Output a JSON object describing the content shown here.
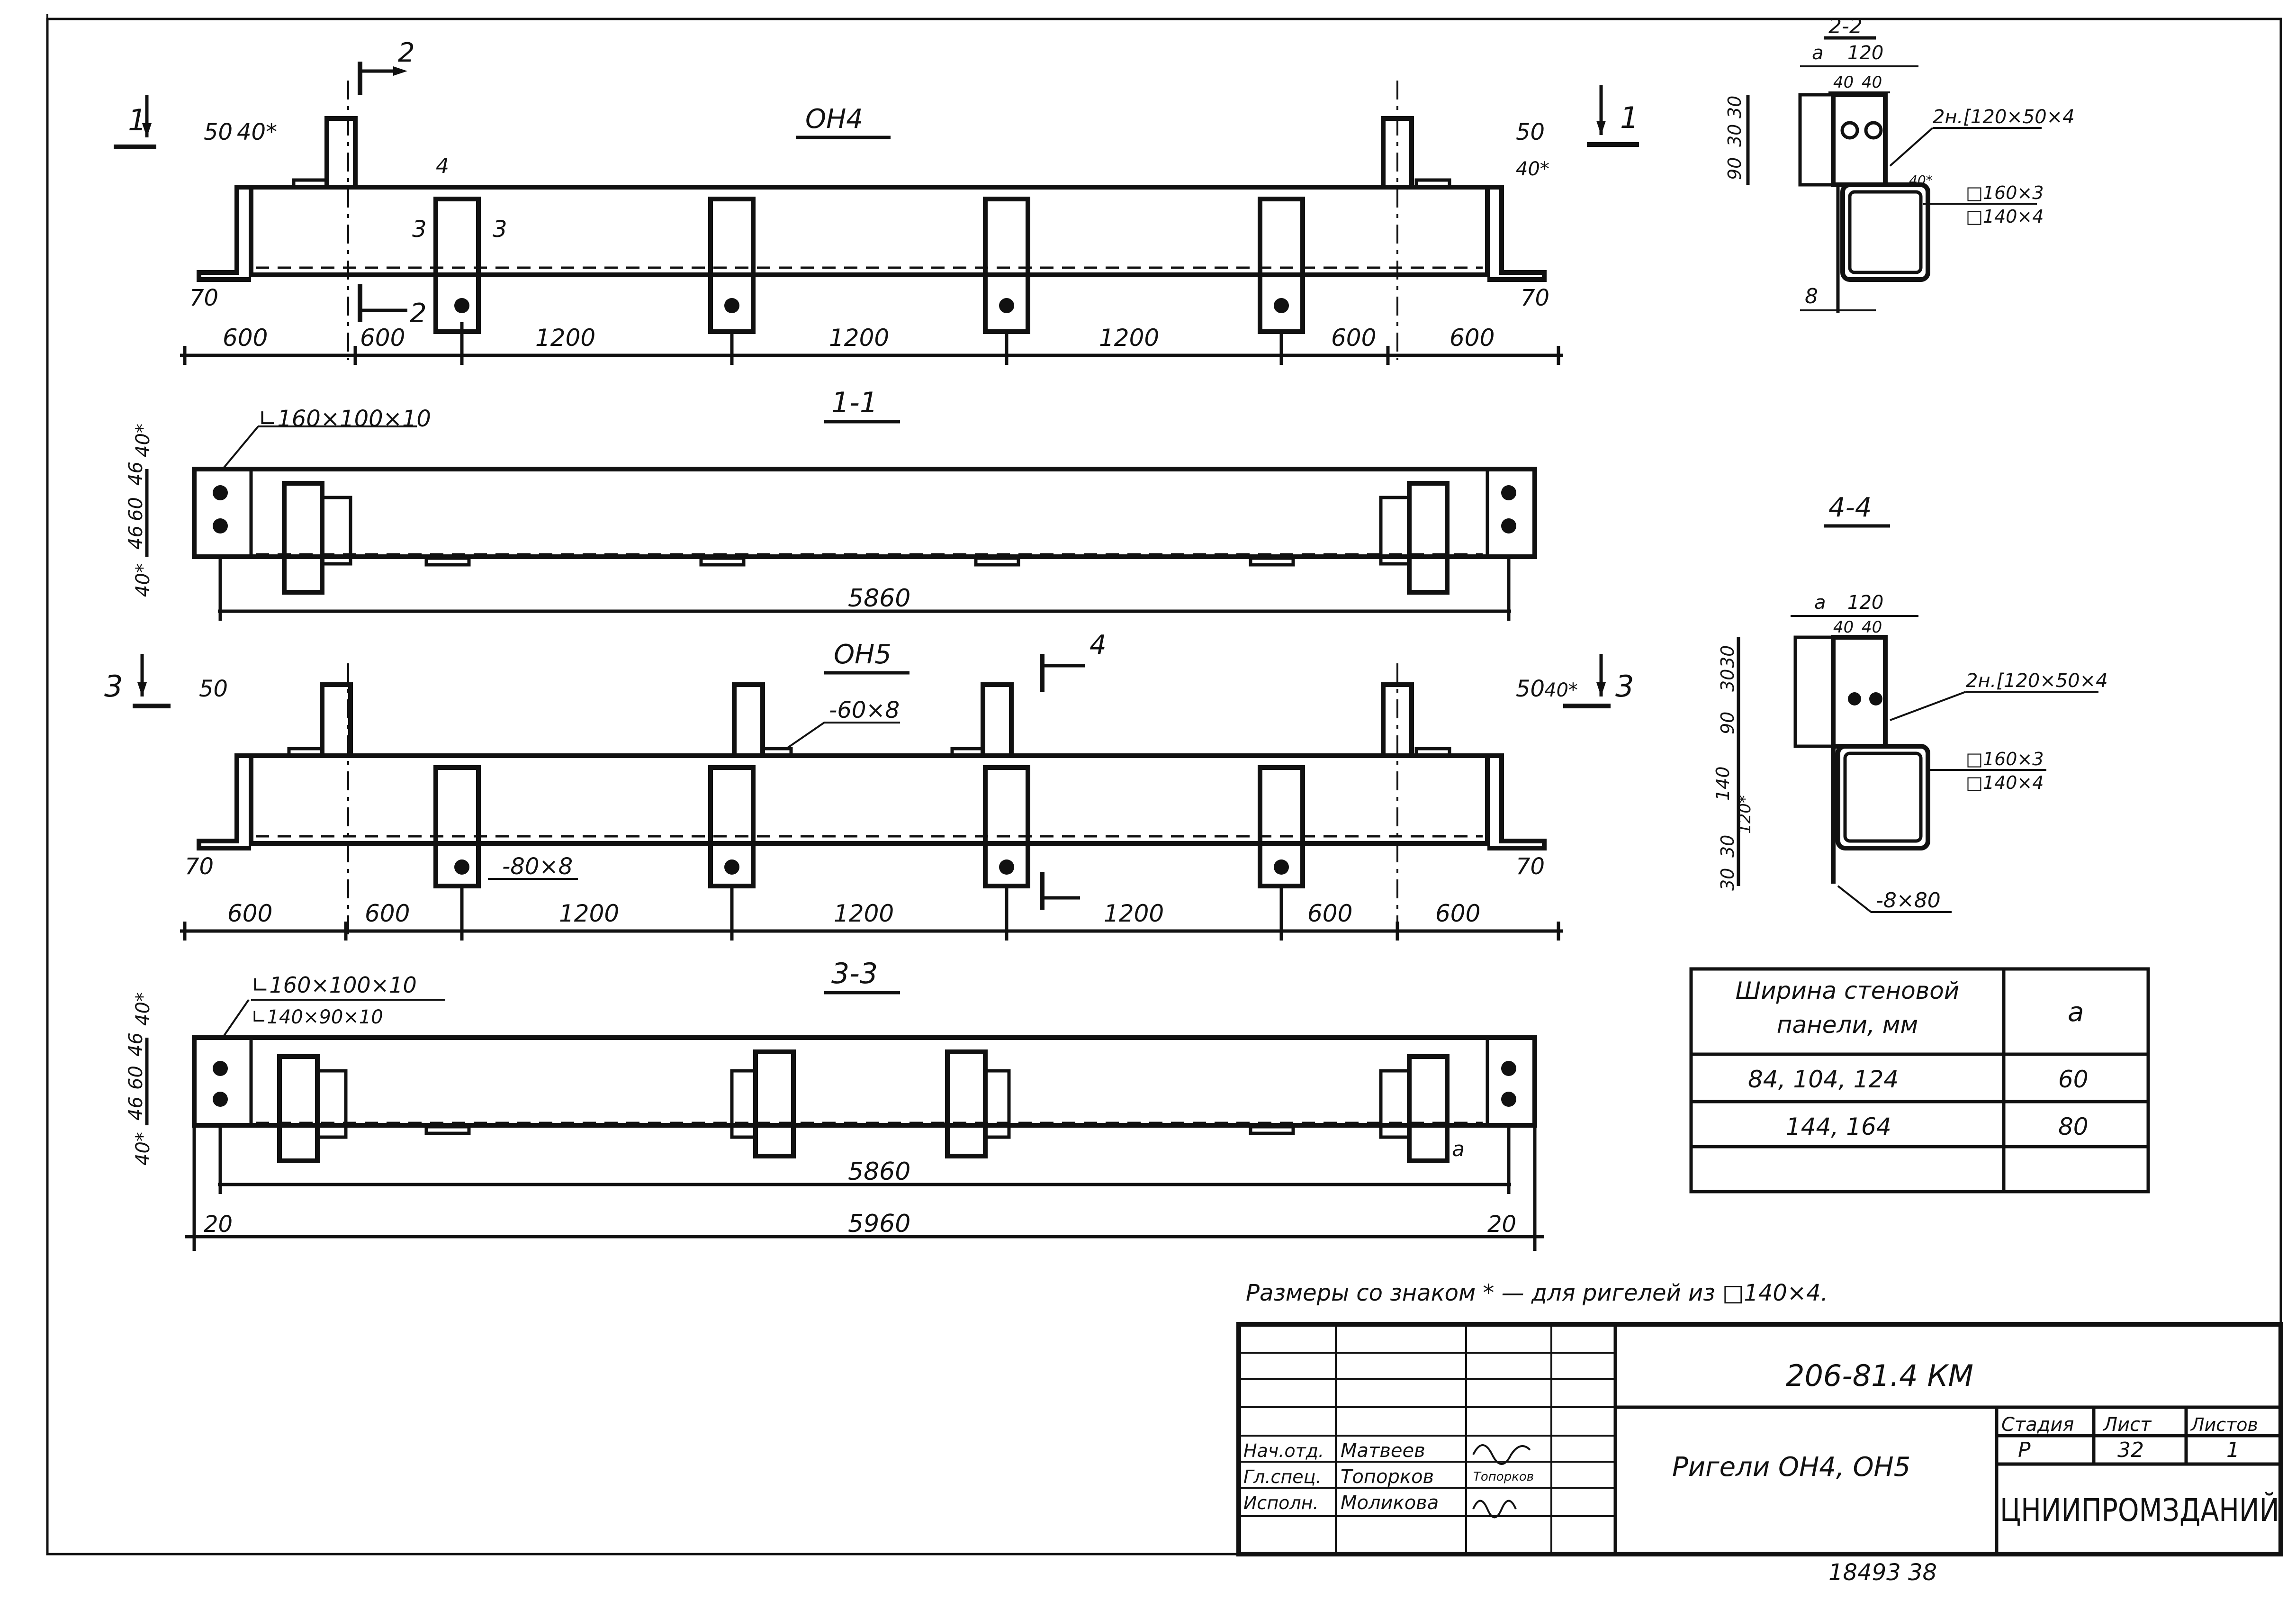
{
  "drawing_code": "206-81.4 КМ",
  "drawing_title": "Ригели ОН4, ОН5",
  "organization": "ЦНИИПРОМЗДАНИЙ",
  "stage": {
    "label": "Стадия",
    "value": "Р"
  },
  "sheet": {
    "label": "Лист",
    "value": "32"
  },
  "sheets": {
    "label": "Листов",
    "value": "1"
  },
  "signatures": [
    {
      "role": "Нач.отд.",
      "name": "Матвеев"
    },
    {
      "role": "Гл.спец.",
      "name": "Топорков",
      "sign": "Топорков"
    },
    {
      "role": "Исполн.",
      "name": "Моликова"
    }
  ],
  "archive_number": "18493  38",
  "note": "Размеры со знаком * — для ригелей из □140×4.",
  "views": {
    "on4": {
      "title": "ОН4",
      "dims": [
        "600",
        "600",
        "1200",
        "1200",
        "1200",
        "600",
        "600"
      ],
      "left_top_dims": [
        "50",
        "40*"
      ],
      "right_top_dims": [
        "50",
        "40*"
      ],
      "left_bottom": "70",
      "right_bottom": "70",
      "section_2": "2",
      "section_1": "1",
      "mark_4": "4",
      "mark_3": "3"
    },
    "s11": {
      "title": "1-1",
      "angle_label": "∟160×100×10",
      "length": "5860",
      "vdims": [
        "40*",
        "46",
        "60",
        "46",
        "40*"
      ]
    },
    "on5": {
      "title": "ОН5",
      "dims": [
        "600",
        "600",
        "1200",
        "1200",
        "1200",
        "600",
        "600"
      ],
      "plate_top": "-60×8",
      "plate_bottom": "-80×8",
      "left_top_dims": [
        "50"
      ],
      "right_top_dims": [
        "50",
        "40*"
      ],
      "left_bottom": "70",
      "right_bottom": "70",
      "section_3": "3",
      "section_4": "4"
    },
    "s33": {
      "title": "3-3",
      "angle1": "∟160×100×10",
      "angle2": "∟140×90×10",
      "length": "5860",
      "total": "5960",
      "edge": "20",
      "vdims": [
        "40*",
        "46",
        "60",
        "46",
        "40*"
      ],
      "a": "a"
    },
    "s22": {
      "title": "2-2",
      "a": "a",
      "w": "120",
      "w2": [
        "40",
        "40"
      ],
      "channel": "2н.[120×50×4",
      "tube1": "□160×3",
      "tube2": "□140×4",
      "vdims": [
        "30",
        "30",
        "90"
      ],
      "star": "40*",
      "bottom": "8"
    },
    "s44": {
      "title": "4-4",
      "a": "a",
      "w": "120",
      "w2": [
        "40",
        "40"
      ],
      "channel": "2н.[120×50×4",
      "tube1": "□160×3",
      "tube2": "□140×4",
      "vdims": [
        "30",
        "30",
        "90",
        "140",
        "120*",
        "30",
        "30"
      ],
      "plate": "-8×80"
    }
  },
  "table": {
    "headers": [
      "Ширина стеновой панели, мм",
      "a"
    ],
    "rows": [
      [
        "84, 104, 124",
        "60"
      ],
      [
        "144, 164",
        "80"
      ],
      [
        "",
        ""
      ]
    ]
  }
}
